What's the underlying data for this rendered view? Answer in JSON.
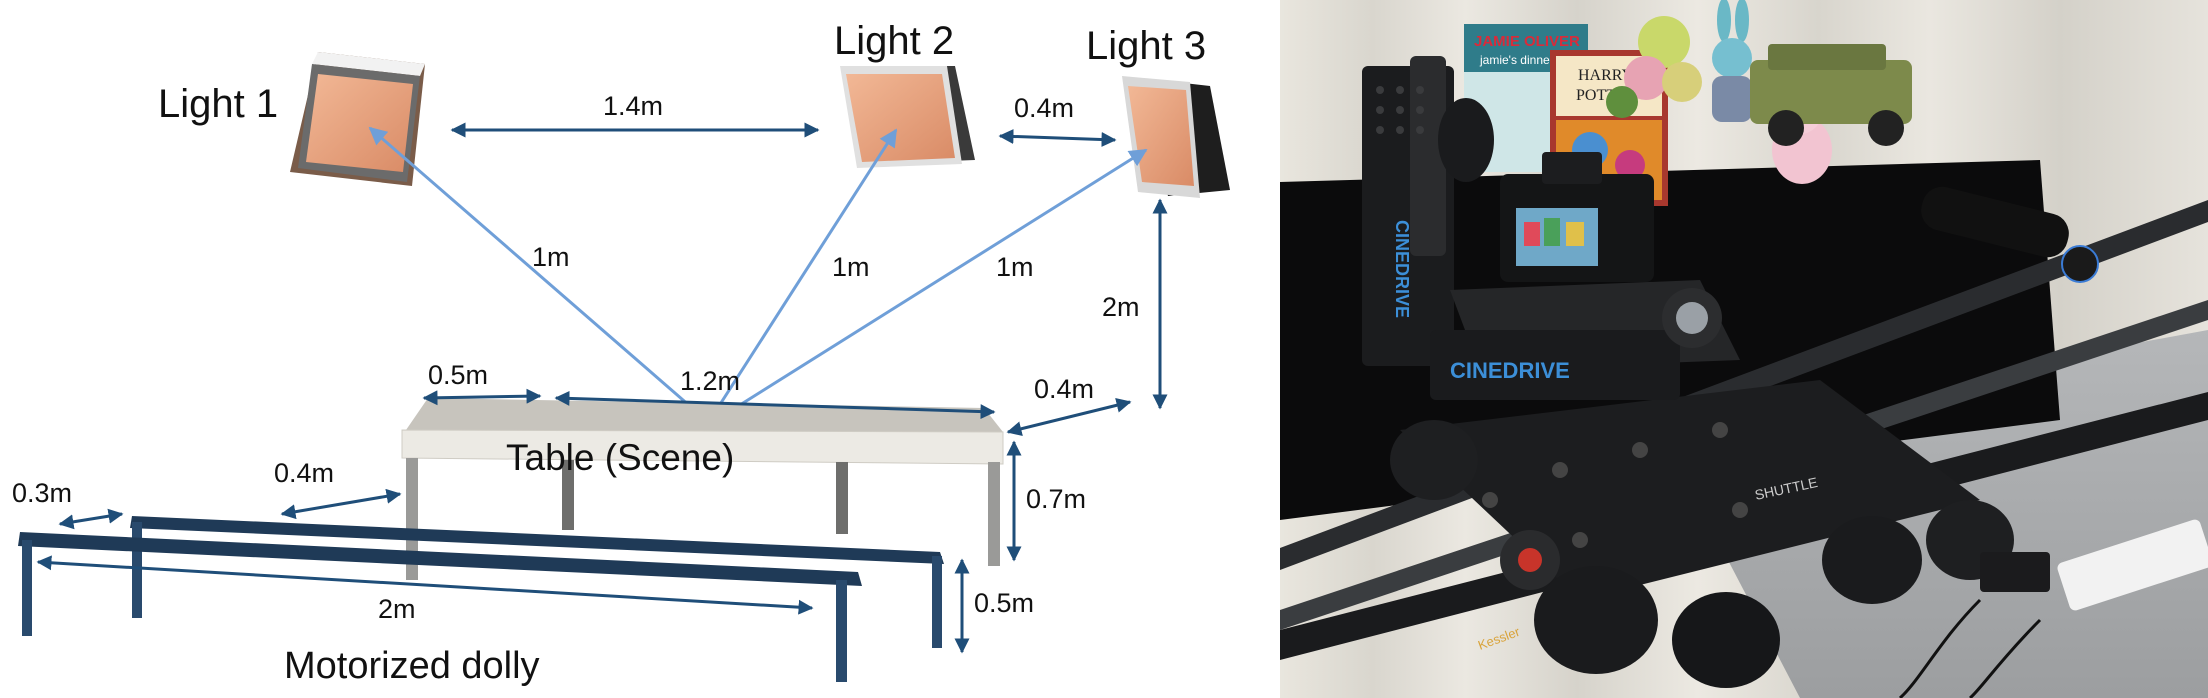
{
  "diagram": {
    "lights": [
      {
        "label": "Light 1"
      },
      {
        "label": "Light 2"
      },
      {
        "label": "Light 3"
      }
    ],
    "distances": {
      "light1_light2": "1.4m",
      "light2_light3": "0.4m",
      "light1_to_table": "1m",
      "light2_to_table": "1m",
      "light3_to_table": "1m",
      "light3_height": "2m",
      "table_offset": "0.5m",
      "table_width": "1.2m",
      "table_depth": "0.4m",
      "table_height": "0.7m",
      "dolly_to_table": "0.4m",
      "rail_gap": "0.3m",
      "dolly_length": "2m",
      "dolly_height": "0.5m"
    },
    "table_label": "Table (Scene)",
    "dolly_label": "Motorized dolly"
  },
  "photo": {
    "book1_title": "JAMIE OLIVER",
    "book1_subtitle": "jamie's dinners",
    "book2_line1": "HARRY",
    "book2_line2": "POTTER",
    "brand1": "CINEDRIVE",
    "brand2": "CINEDRIVE",
    "brand3": "SHUTTLE",
    "knob_brand": "Kessler"
  },
  "colors": {
    "arrow_blue": "#6f9fd8",
    "dim_dark_blue": "#1f4e79",
    "rail_navy": "#1f3a57",
    "light_copper": "#e8a27c",
    "table_top": "#eceae4"
  }
}
